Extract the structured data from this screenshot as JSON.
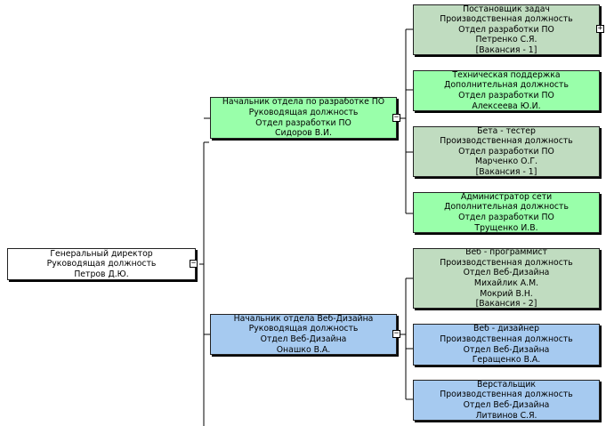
{
  "nodes": {
    "ceo": {
      "lines": [
        "Генеральный директор",
        "Руководящая должность",
        "Петров Д.Ю."
      ],
      "toggle": "−"
    },
    "dev_head": {
      "lines": [
        "Начальник отдела по разработке ПО",
        "Руководящая должность",
        "Отдел разработки ПО",
        "Сидоров В.И."
      ],
      "toggle": "−"
    },
    "web_head": {
      "lines": [
        "Начальник отдела Веб-Дизайна",
        "Руководящая должность",
        "Отдел Веб-Дизайна",
        "Онашко В.А."
      ],
      "toggle": "−"
    },
    "task_setter": {
      "lines": [
        "Постановщик задач",
        "Производственная должность",
        "Отдел разработки ПО",
        "Петренко С.Я.",
        "[Вакансия - 1]"
      ],
      "toggle": "+"
    },
    "tech_support": {
      "lines": [
        "Техническая поддержка",
        "Дополнительная должность",
        "Отдел разработки ПО",
        "Алексеева Ю.И."
      ]
    },
    "beta_tester": {
      "lines": [
        "Бета - тестер",
        "Производственная должность",
        "Отдел разработки ПО",
        "Марченко О.Г.",
        "[Вакансия - 1]"
      ]
    },
    "net_admin": {
      "lines": [
        "Администратор сети",
        "Дополнительная должность",
        "Отдел разработки ПО",
        "Трущенко И.В."
      ]
    },
    "web_programmer": {
      "lines": [
        "Веб - программист",
        "Производственная должность",
        "Отдел Веб-Дизайна",
        "Михайлик А.М.",
        "Мокрий В.Н.",
        "[Вакансия - 2]"
      ]
    },
    "web_designer": {
      "lines": [
        "Веб - дизайнер",
        "Производственная должность",
        "Отдел Веб-Дизайна",
        "Геращенко В.А."
      ]
    },
    "layout_designer": {
      "lines": [
        "Верстальщик",
        "Производственная должность",
        "Отдел Веб-Дизайна",
        "Литвинов С.Я."
      ]
    }
  },
  "colors": {
    "white": "#ffffff",
    "light_green": "#99ffaa",
    "sage": "#c0dcc0",
    "blue": "#a6caf0",
    "connector": "#000000"
  }
}
